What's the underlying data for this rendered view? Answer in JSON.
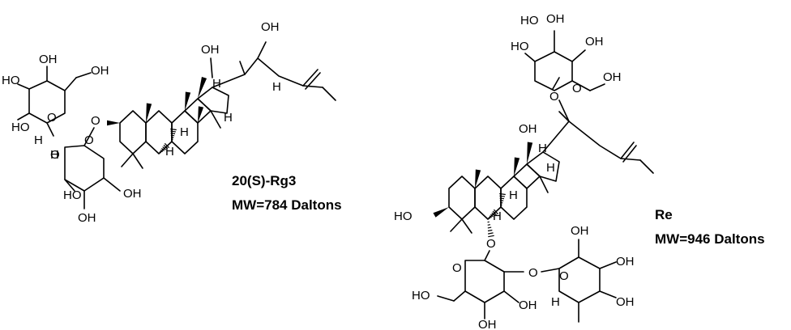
{
  "molecules": [
    {
      "name": "20(S)-Rg3",
      "mw": "MW=784 Daltons"
    },
    {
      "name": "Re",
      "mw": "MW=946 Daltons"
    }
  ],
  "atom_labels": {
    "oh": "OH",
    "ho": "HO",
    "h": "H",
    "o": "O"
  }
}
